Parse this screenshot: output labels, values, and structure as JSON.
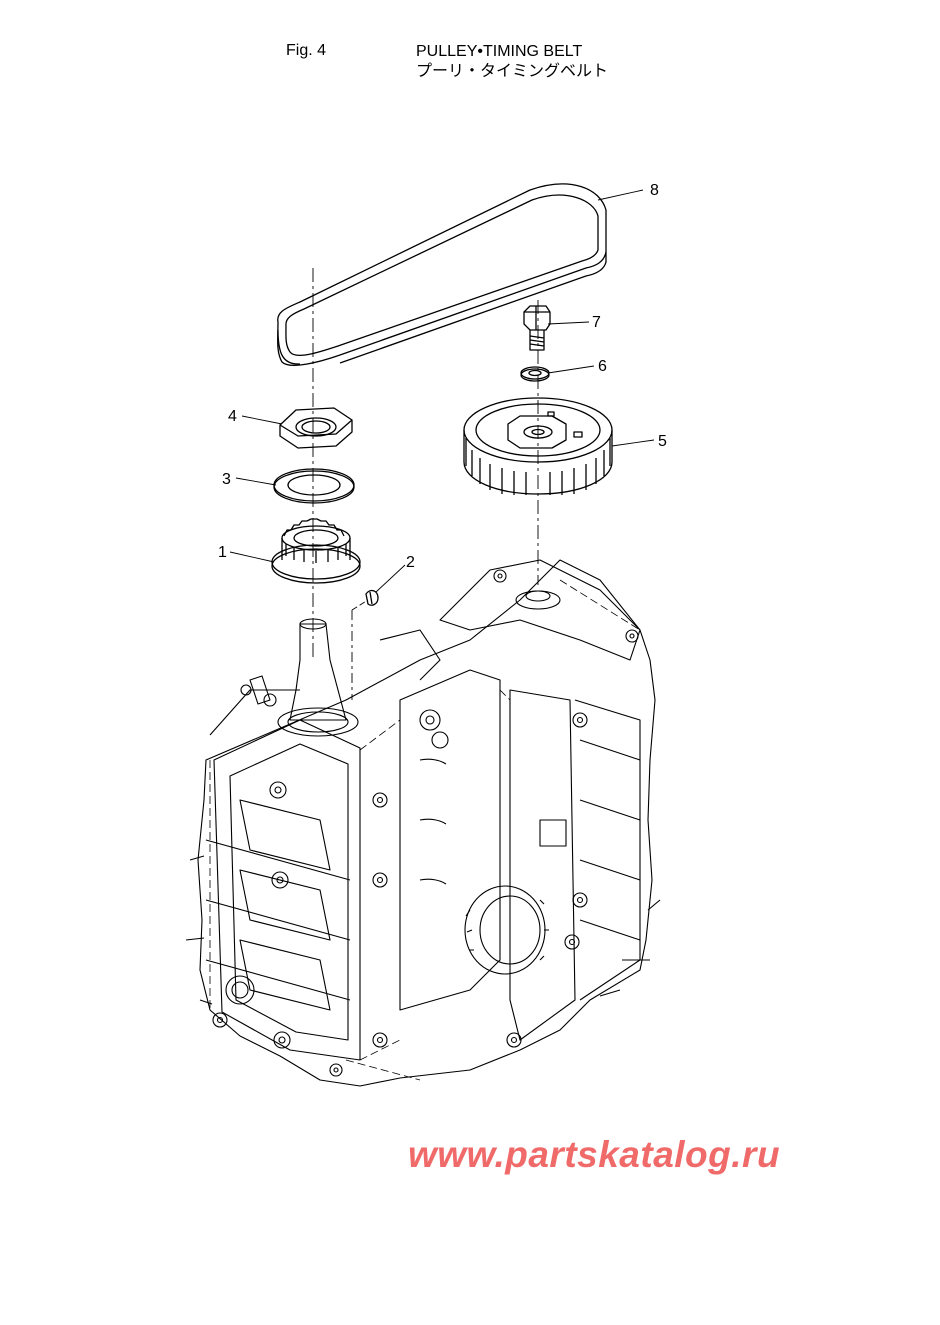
{
  "header": {
    "fig_label": "Fig. 4",
    "title_en": "PULLEY•TIMING BELT",
    "title_jp": "プーリ・タイミングベルト"
  },
  "callouts": [
    {
      "id": "1",
      "label": "1"
    },
    {
      "id": "2",
      "label": "2"
    },
    {
      "id": "3",
      "label": "3"
    },
    {
      "id": "4",
      "label": "4"
    },
    {
      "id": "5",
      "label": "5"
    },
    {
      "id": "6",
      "label": "6"
    },
    {
      "id": "7",
      "label": "7"
    },
    {
      "id": "8",
      "label": "8"
    }
  ],
  "watermark": {
    "text": "www.partskatalog.ru",
    "color": "#f06a6a"
  }
}
